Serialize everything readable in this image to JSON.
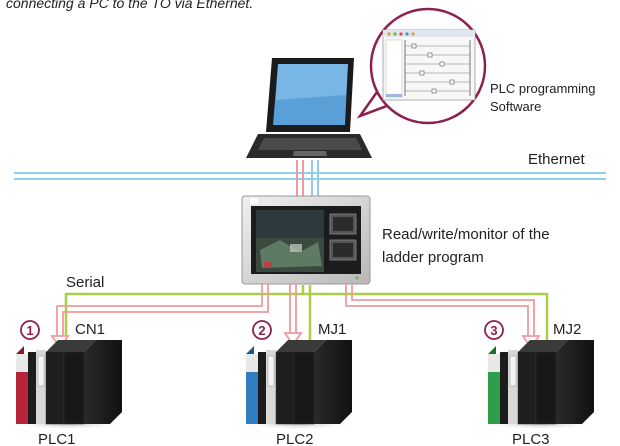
{
  "header_fragment": "connecting a PC to the TO via Ethernet.",
  "callout": {
    "line1": "PLC programming",
    "line2": "Software"
  },
  "network_label": "Ethernet",
  "hmi": {
    "desc_line1": "Read/write/monitor of the",
    "desc_line2": "ladder program"
  },
  "serial_label": "Serial",
  "plcs": [
    {
      "number": "1",
      "port": "CN1",
      "name": "PLC1",
      "accent": "#b8243a"
    },
    {
      "number": "2",
      "port": "MJ1",
      "name": "PLC2",
      "accent": "#2f7fc0"
    },
    {
      "number": "3",
      "port": "MJ2",
      "name": "PLC3",
      "accent": "#2e9e48"
    }
  ],
  "colors": {
    "ethernet": "#8fd0e6",
    "serial": "#a8cf45",
    "link": "#ef9aa0",
    "badge": "#8e1f4f",
    "callout_ring": "#8e1f4f"
  },
  "icons": [
    "laptop-icon",
    "ladder-software-screenshot",
    "hmi-touch-panel-icon",
    "plc-unit-icon"
  ]
}
